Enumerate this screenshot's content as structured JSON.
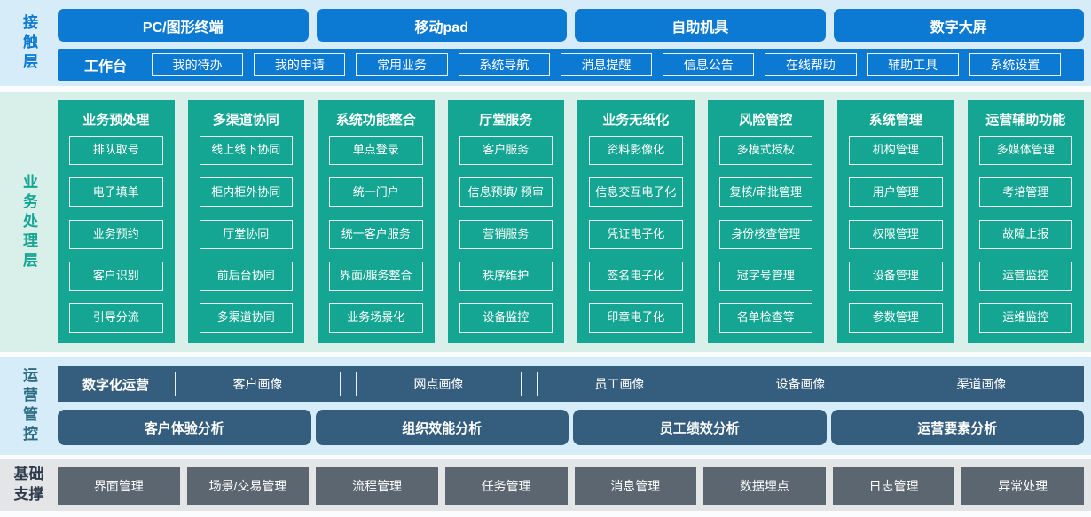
{
  "colors": {
    "blue": "#0c79d2",
    "blue_band_bg": "#d6ecf8",
    "green": "#14a692",
    "green_band_bg": "#d8f0e9",
    "slate_blue": "#355d7e",
    "gray": "#5b6670",
    "gray_band_bg": "#e3e5e7"
  },
  "contact_layer": {
    "label": "接触层",
    "channels": [
      "PC/图形终端",
      "移动pad",
      "自助机具",
      "数字大屏"
    ],
    "workbench": {
      "label": "工作台",
      "items": [
        "我的待办",
        "我的申请",
        "常用业务",
        "系统导航",
        "消息提醒",
        "信息公告",
        "在线帮助",
        "辅助工具",
        "系统设置"
      ]
    }
  },
  "business_layer": {
    "label": "业务处理层",
    "columns": [
      {
        "title": "业务预处理",
        "items": [
          "排队取号",
          "电子填单",
          "业务预约",
          "客户识别",
          "引导分流"
        ]
      },
      {
        "title": "多渠道协同",
        "items": [
          "线上线下协同",
          "柜内柜外协同",
          "厅堂协同",
          "前后台协同",
          "多渠道协同"
        ]
      },
      {
        "title": "系统功能整合",
        "items": [
          "单点登录",
          "统一门户",
          "统一客户服务",
          "界面/服务整合",
          "业务场景化"
        ]
      },
      {
        "title": "厅堂服务",
        "items": [
          "客户服务",
          "信息预填/ 预审",
          "营销服务",
          "秩序维护",
          "设备监控"
        ]
      },
      {
        "title": "业务无纸化",
        "items": [
          "资料影像化",
          "信息交互电子化",
          "凭证电子化",
          "签名电子化",
          "印章电子化"
        ]
      },
      {
        "title": "风险管控",
        "items": [
          "多模式授权",
          "复核/审批管理",
          "身份核查管理",
          "冠字号管理",
          "名单检查等"
        ]
      },
      {
        "title": "系统管理",
        "items": [
          "机构管理",
          "用户管理",
          "权限管理",
          "设备管理",
          "参数管理"
        ]
      },
      {
        "title": "运营辅助功能",
        "items": [
          "多媒体管理",
          "考培管理",
          "故障上报",
          "运营监控",
          "运维监控"
        ]
      }
    ]
  },
  "ops_layer": {
    "label": "运营管控",
    "digital_ops": {
      "label": "数字化运营",
      "items": [
        "客户画像",
        "网点画像",
        "员工画像",
        "设备画像",
        "渠道画像"
      ]
    },
    "analysis": [
      "客户体验分析",
      "组织效能分析",
      "员工绩效分析",
      "运营要素分析"
    ]
  },
  "support_layer": {
    "label": "基础支撑",
    "items": [
      "界面管理",
      "场景/交易管理",
      "流程管理",
      "任务管理",
      "消息管理",
      "数据埋点",
      "日志管理",
      "异常处理"
    ]
  }
}
